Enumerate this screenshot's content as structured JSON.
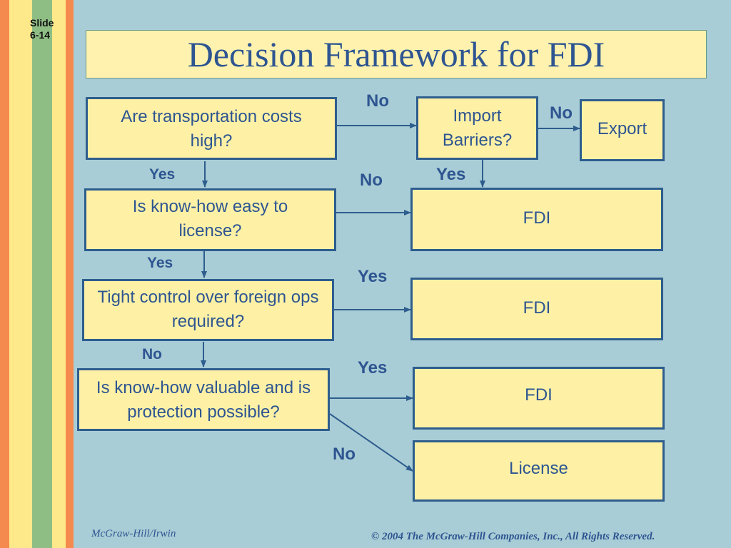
{
  "slide_number": "Slide\n6-14",
  "title": "Decision Framework for FDI",
  "nodes": {
    "transport": "Are transportation costs high?",
    "import_barriers": "Import Barriers?",
    "export": "Export",
    "knowhow_license": "Is know-how easy to license?",
    "fdi_1": "FDI",
    "tight_control": "Tight control over foreign ops required?",
    "fdi_2": "FDI",
    "knowhow_valuable": "Is know-how valuable and is protection possible?",
    "fdi_3": "FDI",
    "license": "License"
  },
  "edge_labels": {
    "transport_no": "No",
    "import_no": "No",
    "transport_yes": "Yes",
    "import_yes": "Yes",
    "knowhow_no": "No",
    "knowhow_yes": "Yes",
    "control_yes": "Yes",
    "control_no": "No",
    "valuable_yes": "Yes",
    "valuable_no": "No"
  },
  "footer": {
    "publisher": "McGraw-Hill/Irwin",
    "copyright": "© 2004 The McGraw-Hill Companies, Inc., All Rights Reserved."
  },
  "colors": {
    "background": "#a9cdd6",
    "box_fill": "#fef1a6",
    "box_border": "#2e5d8e",
    "text": "#2e5591",
    "stripes": [
      "#f58a4e",
      "#fde98a",
      "#8fbe85",
      "#fde98a",
      "#f58a4e"
    ]
  }
}
